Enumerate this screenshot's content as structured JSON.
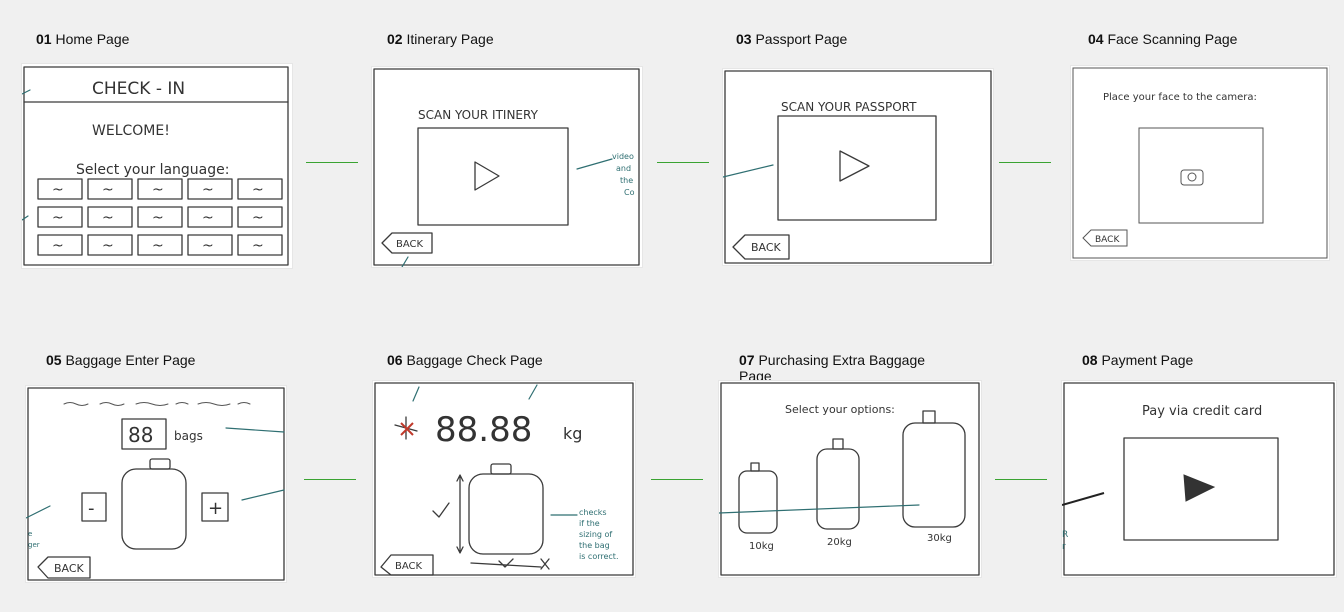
{
  "pages": [
    {
      "num": "01",
      "title": "Home Page"
    },
    {
      "num": "02",
      "title": "Itinerary Page"
    },
    {
      "num": "03",
      "title": "Passport Page"
    },
    {
      "num": "04",
      "title": "Face Scanning Page"
    },
    {
      "num": "05",
      "title": "Baggage Enter Page"
    },
    {
      "num": "06",
      "title": "Baggage Check Page"
    },
    {
      "num": "07",
      "title": "Purchasing Extra Baggage Page"
    },
    {
      "num": "08",
      "title": "Payment Page"
    }
  ],
  "sketch": {
    "home": {
      "header": "CHECK - IN",
      "welcome": "WELCOME!",
      "select_language": "Select your language:",
      "lang_glyph": "~"
    },
    "itinerary": {
      "heading": "SCAN YOUR ITINERY",
      "back": "BACK",
      "note": [
        "video",
        "and",
        "the",
        "Co"
      ]
    },
    "passport": {
      "heading": "SCAN YOUR PASSPORT",
      "back": "BACK"
    },
    "face": {
      "heading": "Place your face to the camera:",
      "back": "BACK"
    },
    "baggage_enter": {
      "count": "88",
      "unit": "bags",
      "minus": "-",
      "plus": "+",
      "back": "BACK",
      "note": [
        "e",
        "ger"
      ]
    },
    "baggage_check": {
      "weight": "88.88",
      "unit": "kg",
      "back": "BACK",
      "note": [
        "checks",
        "if the",
        "sizing of",
        "the bag",
        "is correct."
      ]
    },
    "extra_baggage": {
      "heading": "Select your options:",
      "options": [
        "10kg",
        "20kg",
        "30kg"
      ]
    },
    "payment": {
      "heading": "Pay via credit card",
      "note": [
        "R",
        "r"
      ]
    }
  }
}
